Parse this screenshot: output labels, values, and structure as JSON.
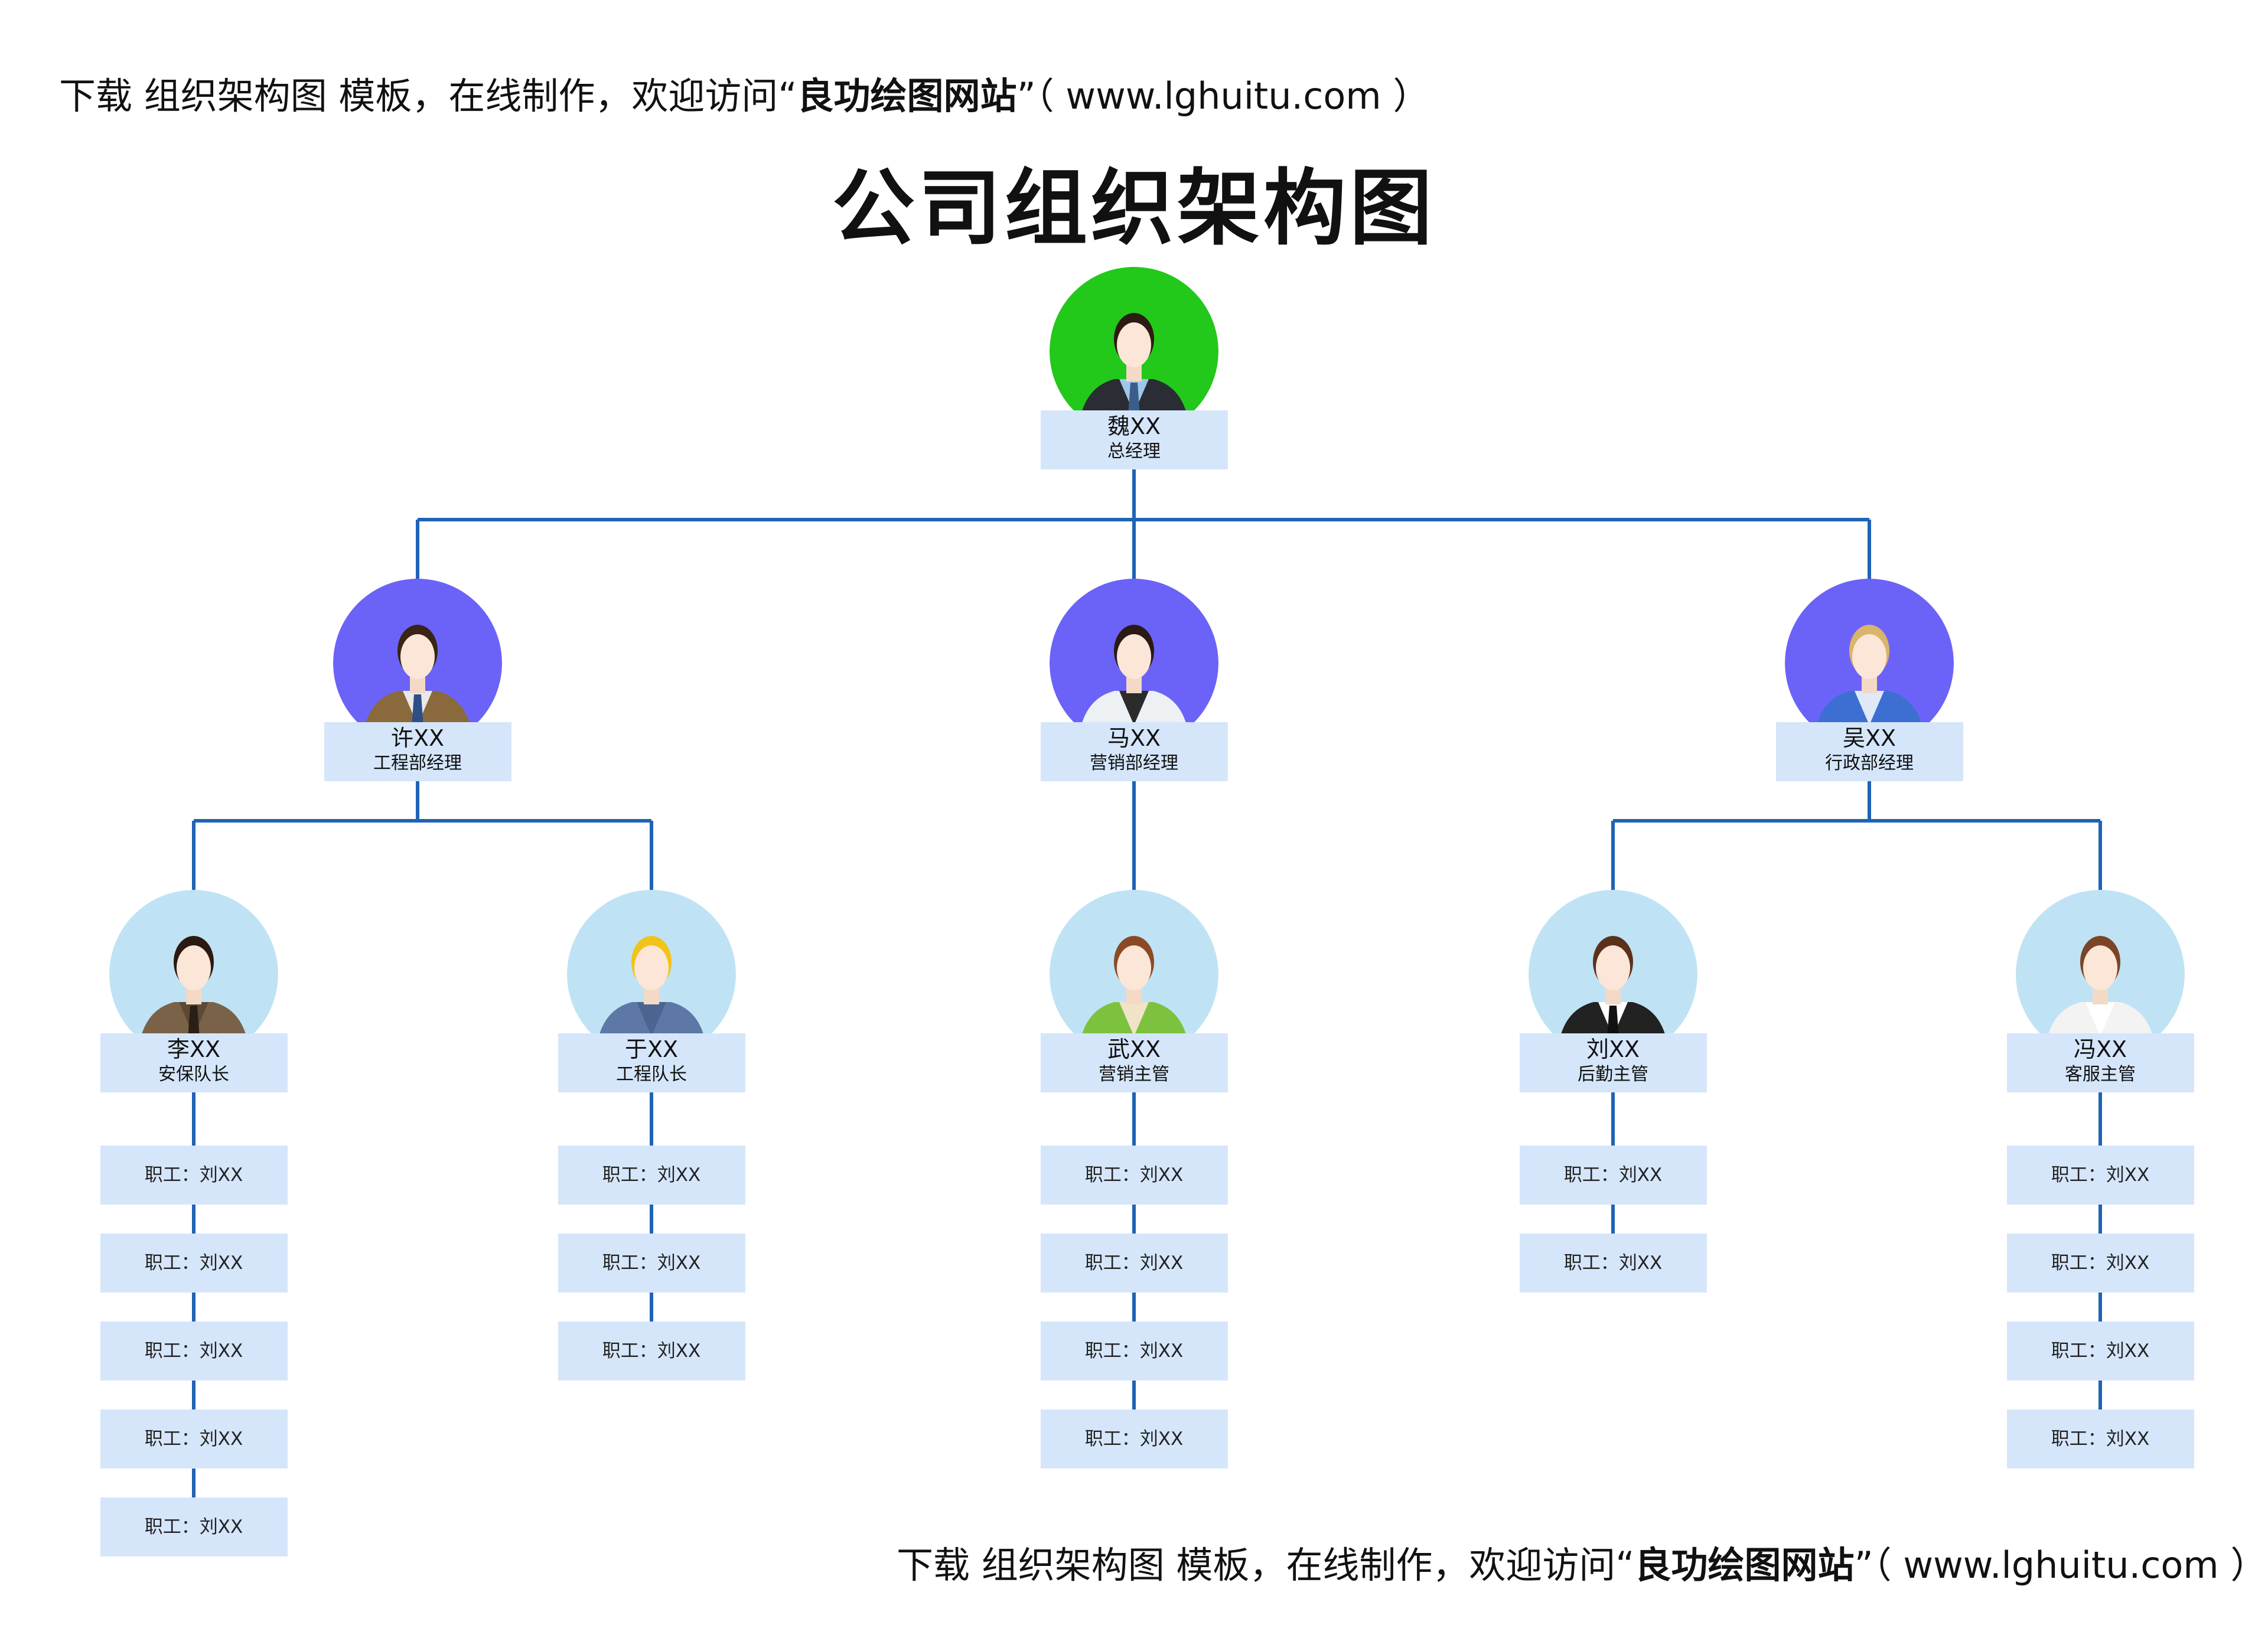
{
  "banner": {
    "prefix": "下载 组织架构图 模板，在线制作，欢迎访问“",
    "brand": "良功绘图网站",
    "suffix": "”（ www.lghuitu.com ）"
  },
  "title": "公司组织架构图",
  "colors": {
    "line": "#1f63b5",
    "label_bg": "#d5e6fb",
    "ceo_circle": "#22c81a",
    "manager_circle": "#6b63f7",
    "lead_circle": "#bfe3f4"
  },
  "ceo": {
    "name": "魏XX",
    "role": "总经理",
    "icon": "businessman-dark-suit-icon"
  },
  "managers": [
    {
      "name": "许XX",
      "role": "工程部经理",
      "icon": "businessman-brown-suit-icon",
      "leads": [
        {
          "name": "李XX",
          "role": "安保队长",
          "icon": "security-guard-icon",
          "staff": [
            "职工：刘XX",
            "职工：刘XX",
            "职工：刘XX",
            "职工：刘XX",
            "职工：刘XX"
          ]
        },
        {
          "name": "于XX",
          "role": "工程队长",
          "icon": "construction-worker-icon",
          "staff": [
            "职工：刘XX",
            "职工：刘XX",
            "职工：刘XX"
          ]
        }
      ]
    },
    {
      "name": "马XX",
      "role": "营销部经理",
      "icon": "businesswoman-white-blazer-icon",
      "leads": [
        {
          "name": "武XX",
          "role": "营销主管",
          "icon": "businesswoman-green-jacket-icon",
          "staff": [
            "职工：刘XX",
            "职工：刘XX",
            "职工：刘XX",
            "职工：刘XX"
          ]
        }
      ]
    },
    {
      "name": "吴XX",
      "role": "行政部经理",
      "icon": "businesswoman-blue-suit-icon",
      "leads": [
        {
          "name": "刘XX",
          "role": "后勤主管",
          "icon": "waitress-vest-icon",
          "staff": [
            "职工：刘XX",
            "职工：刘XX"
          ]
        },
        {
          "name": "冯XX",
          "role": "客服主管",
          "icon": "call-center-agent-icon",
          "staff": [
            "职工：刘XX",
            "职工：刘XX",
            "职工：刘XX",
            "职工：刘XX"
          ]
        }
      ]
    }
  ]
}
